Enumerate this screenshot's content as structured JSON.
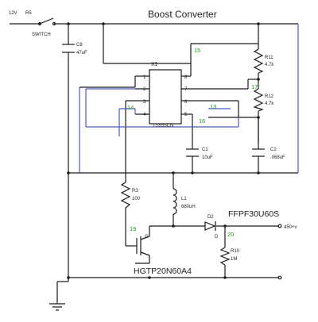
{
  "title": "Boost Converter",
  "labels": {
    "supply": "12V",
    "r5": "R5",
    "switch": "SWITCH",
    "c8_name": "C8",
    "c8_val": "47uF",
    "x1": "X1",
    "ic": "TS555CN",
    "r11_name": "R11",
    "r11_val": "4.7k",
    "r12_name": "R12",
    "r12_val": "4.7k",
    "c1_name": "C1",
    "c1_val": "10uF",
    "c2_name": "C2",
    "c2_val": ".068uF",
    "r3_name": "R3",
    "r3_val": "100",
    "l1_name": "L1",
    "l1_val": "680uH",
    "d2_name": "D2",
    "diode_part": "FFPF30U60S",
    "output": "450+v",
    "r10_name": "R10",
    "r10_val": "1M",
    "transistor_part": "HGTP20N60A4",
    "gate_g": "G",
    "drain_d": "D"
  },
  "pins": {
    "p1": "1",
    "p2": "2",
    "p3": "3",
    "p4": "4",
    "p5": "5",
    "p6": "6",
    "p7": "7",
    "p8": "8"
  },
  "nodes": {
    "n15": "15",
    "n17": "17",
    "n14": "14",
    "n13": "13",
    "n16": "16",
    "n19": "19",
    "n20": "20"
  },
  "colors": {
    "wire": "#1a1a1a",
    "blue_wire": "#4b5ad0",
    "node_label": "#1b9a1b"
  }
}
